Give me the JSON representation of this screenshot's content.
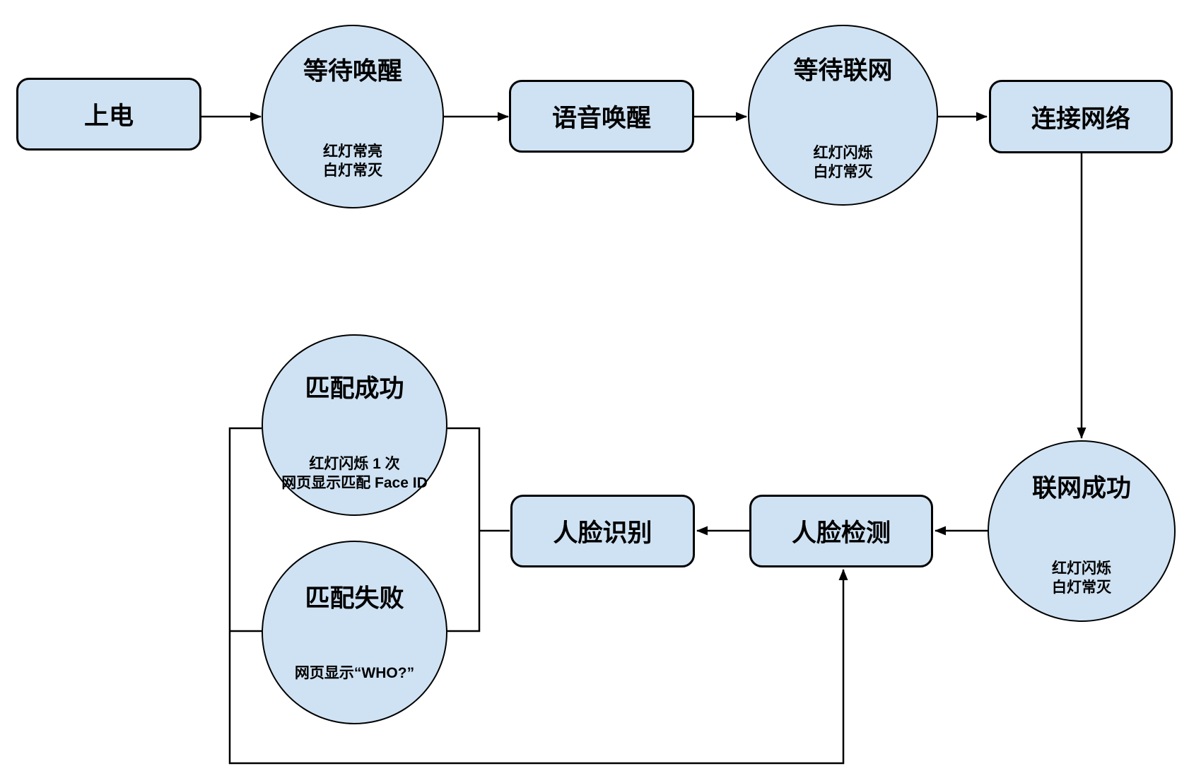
{
  "diagram": {
    "type": "flowchart",
    "colors": {
      "node_fill": "#cfe2f3",
      "node_stroke": "#000000",
      "connector": "#000000",
      "background": "#ffffff"
    },
    "nodes": {
      "power_on": {
        "shape": "rounded-rect",
        "label": "上电"
      },
      "wait_wake": {
        "shape": "ellipse",
        "label": "等待唤醒",
        "notes": [
          "红灯常亮",
          "白灯常灭"
        ]
      },
      "voice_wake": {
        "shape": "rounded-rect",
        "label": "语音唤醒"
      },
      "wait_network": {
        "shape": "ellipse",
        "label": "等待联网",
        "notes": [
          "红灯闪烁",
          "白灯常灭"
        ]
      },
      "connect_network": {
        "shape": "rounded-rect",
        "label": "连接网络"
      },
      "network_success": {
        "shape": "ellipse",
        "label": "联网成功",
        "notes": [
          "红灯闪烁",
          "白灯常灭"
        ]
      },
      "face_detect": {
        "shape": "rounded-rect",
        "label": "人脸检测"
      },
      "face_recognize": {
        "shape": "rounded-rect",
        "label": "人脸识别"
      },
      "match_success": {
        "shape": "ellipse",
        "label": "匹配成功",
        "notes": [
          "红灯闪烁 1 次",
          "网页显示匹配 Face ID"
        ]
      },
      "match_fail": {
        "shape": "ellipse",
        "label": "匹配失败",
        "notes": [
          "网页显示“WHO?”"
        ]
      }
    },
    "edges": [
      {
        "from": "power_on",
        "to": "wait_wake",
        "arrowhead": true
      },
      {
        "from": "wait_wake",
        "to": "voice_wake",
        "arrowhead": true
      },
      {
        "from": "voice_wake",
        "to": "wait_network",
        "arrowhead": true
      },
      {
        "from": "wait_network",
        "to": "connect_network",
        "arrowhead": true
      },
      {
        "from": "connect_network",
        "to": "network_success",
        "arrowhead": true
      },
      {
        "from": "network_success",
        "to": "face_detect",
        "arrowhead": true
      },
      {
        "from": "face_detect",
        "to": "face_recognize",
        "arrowhead": true
      },
      {
        "from": "face_recognize",
        "to": "match_success",
        "arrowhead": false
      },
      {
        "from": "face_recognize",
        "to": "match_fail",
        "arrowhead": false
      },
      {
        "from": "match_success",
        "to": "face_detect",
        "arrowhead": true
      },
      {
        "from": "match_fail",
        "to": "face_detect",
        "arrowhead": true
      }
    ]
  }
}
